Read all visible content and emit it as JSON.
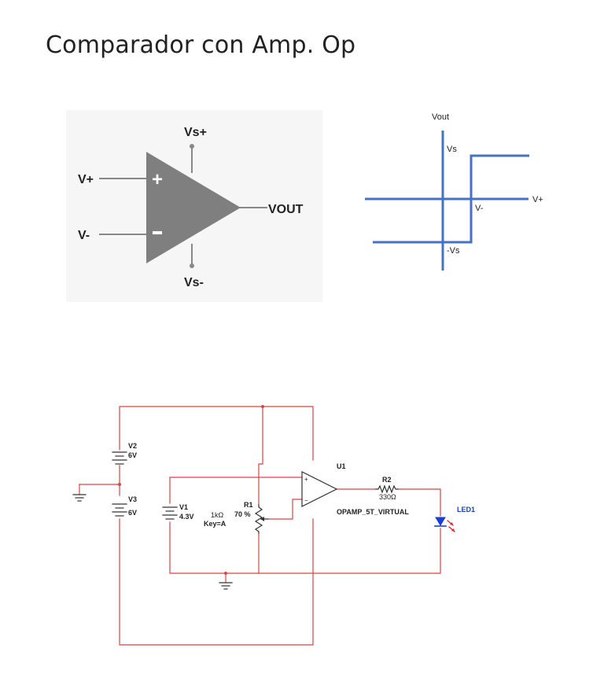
{
  "title": "Comparador con Amp. Op",
  "opamp_symbol": {
    "vs_plus": "Vs+",
    "vs_minus": "Vs-",
    "v_plus": "V+",
    "v_minus": "V-",
    "vout": "VOUT",
    "plus_sign": "+",
    "minus_sign": "-"
  },
  "transfer_graph": {
    "y_axis_label": "Vout",
    "x_axis_label": "V+",
    "high_level": "Vs",
    "low_level": "-Vs",
    "threshold": "V-"
  },
  "schematic": {
    "v2": {
      "name": "V2",
      "value": "6V"
    },
    "v3": {
      "name": "V3",
      "value": "6V"
    },
    "v1": {
      "name": "V1",
      "value": "4.3V"
    },
    "r1": {
      "name": "R1",
      "value": "1kΩ",
      "percent": "70 %",
      "key": "Key=A"
    },
    "u1": {
      "name": "U1",
      "model": "OPAMP_5T_VIRTUAL",
      "plus": "+",
      "minus": "−"
    },
    "r2": {
      "name": "R2",
      "value": "330Ω"
    },
    "led1": {
      "name": "LED1"
    },
    "colors": {
      "wire": "#d64545",
      "component": "#333333",
      "led": "#1a3fd6",
      "led_label": "#1a3fd6"
    }
  }
}
